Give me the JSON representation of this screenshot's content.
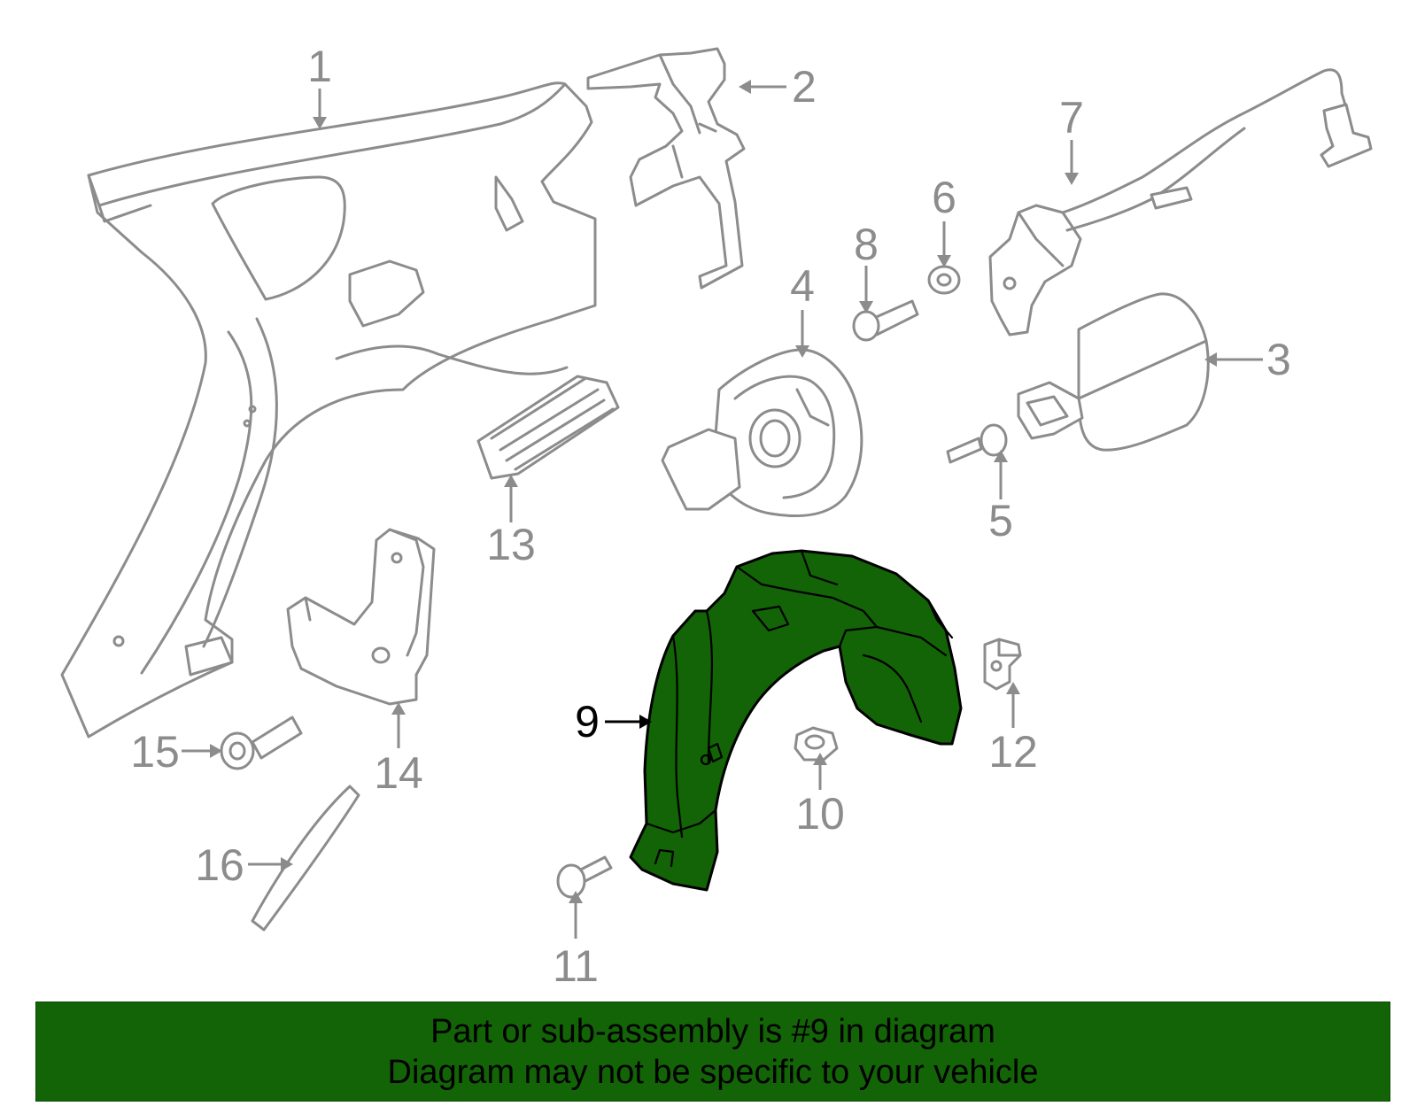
{
  "highlighted_part": "9",
  "callouts": [
    {
      "id": "c1",
      "label": "1"
    },
    {
      "id": "c2",
      "label": "2"
    },
    {
      "id": "c3",
      "label": "3"
    },
    {
      "id": "c4",
      "label": "4"
    },
    {
      "id": "c5",
      "label": "5"
    },
    {
      "id": "c6",
      "label": "6"
    },
    {
      "id": "c7",
      "label": "7"
    },
    {
      "id": "c8",
      "label": "8"
    },
    {
      "id": "c9",
      "label": "9"
    },
    {
      "id": "c10",
      "label": "10"
    },
    {
      "id": "c11",
      "label": "11"
    },
    {
      "id": "c12",
      "label": "12"
    },
    {
      "id": "c13",
      "label": "13"
    },
    {
      "id": "c14",
      "label": "14"
    },
    {
      "id": "c15",
      "label": "15"
    },
    {
      "id": "c16",
      "label": "16"
    }
  ],
  "banner": {
    "line1": "Part or sub-assembly is #9 in diagram",
    "line2": "Diagram may not be specific to your vehicle"
  },
  "colors": {
    "highlight": "#136307",
    "part_outline": "#8c8c8c",
    "label_gray": "#8c8c8c",
    "label_highlight": "#000000"
  }
}
